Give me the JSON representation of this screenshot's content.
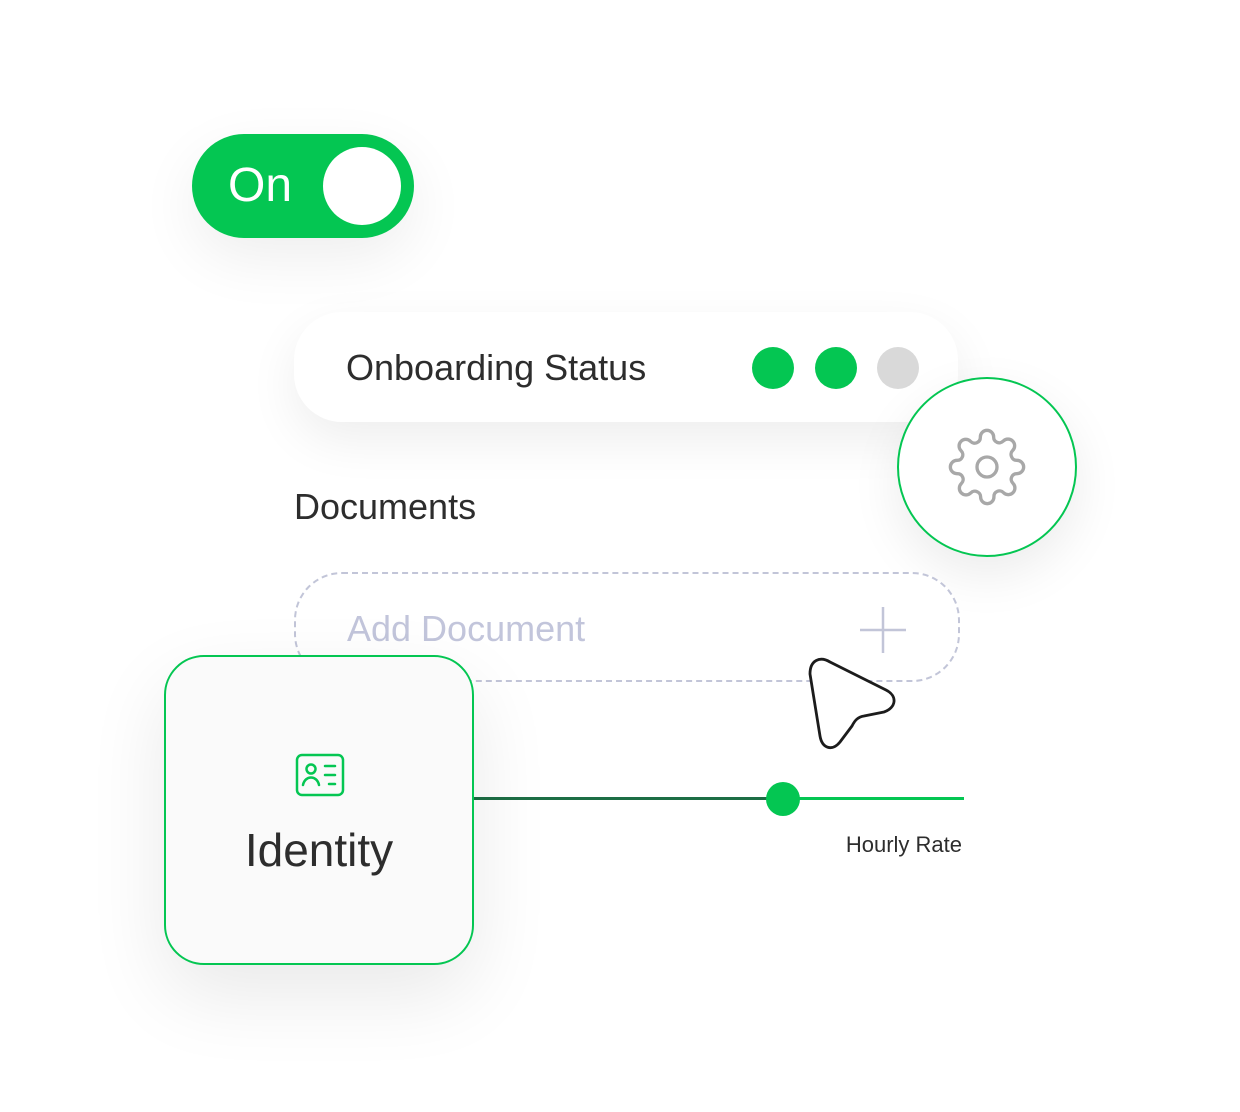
{
  "toggle": {
    "label": "On",
    "state": "on",
    "color": "#04c652"
  },
  "onboarding": {
    "title": "Onboarding Status",
    "steps_total": 3,
    "steps_completed": 2,
    "complete_color": "#04c652",
    "incomplete_color": "#d9d9d9"
  },
  "settings": {
    "icon": "gear-icon"
  },
  "documents": {
    "heading": "Documents",
    "add_label": "Add Document",
    "add_icon": "plus-icon"
  },
  "identity": {
    "label": "Identity",
    "icon": "id-card-icon"
  },
  "hourly_rate": {
    "label": "Hourly Rate",
    "value_fraction": 0.63
  },
  "cursor": {
    "icon": "pointer-cursor-icon"
  }
}
